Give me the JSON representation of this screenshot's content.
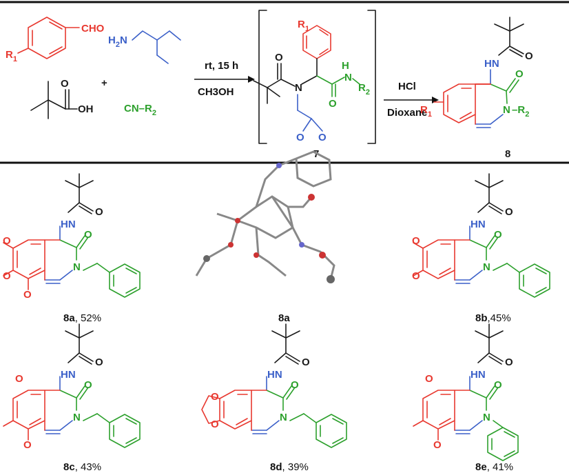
{
  "scheme": {
    "reactants": {
      "aldehyde_group": "CHO",
      "aldehyde_substituent": "R",
      "aldehyde_substituent_sub": "1",
      "amine_group": "H",
      "amine_group_sub": "2",
      "amine_group_N": "N",
      "acid_group": "OH",
      "isocyanide": "CN–R",
      "isocyanide_sub": "2",
      "plus": "+"
    },
    "step1": {
      "conditions_top": "rt, 15 h",
      "conditions_bottom": "CH3OH"
    },
    "intermediate": {
      "number": "7",
      "r1": "R",
      "r1_sub": "1",
      "n_atom": "N",
      "o_atom": "O",
      "nh": "H",
      "nh_n": "N",
      "r2": "R",
      "r2_sub": "2"
    },
    "step2": {
      "conditions_top": "HCl",
      "conditions_bottom": "Dioxane"
    },
    "product": {
      "number": "8",
      "hn": "HN",
      "o_atom": "O",
      "n_atom": "N",
      "r2": "–R",
      "r2_sub": "2",
      "r1": "R",
      "r1_sub": "1"
    }
  },
  "compounds": [
    {
      "id": "8a",
      "yield": ", 52%"
    },
    {
      "id": "8a",
      "yield": "",
      "note": "crystal structure"
    },
    {
      "id": "8b",
      "yield": ",45%"
    },
    {
      "id": "8c",
      "yield": ", 43%"
    },
    {
      "id": "8d",
      "yield": ", 39%"
    },
    {
      "id": "8e",
      "yield": ", 41%"
    }
  ],
  "atoms": {
    "hn": "HN",
    "o": "O",
    "n": "N"
  },
  "colors": {
    "aryl": "#e8382f",
    "amine": "#3a5fc8",
    "isocyanide": "#2ca02c",
    "acid": "#1a1a1a"
  }
}
